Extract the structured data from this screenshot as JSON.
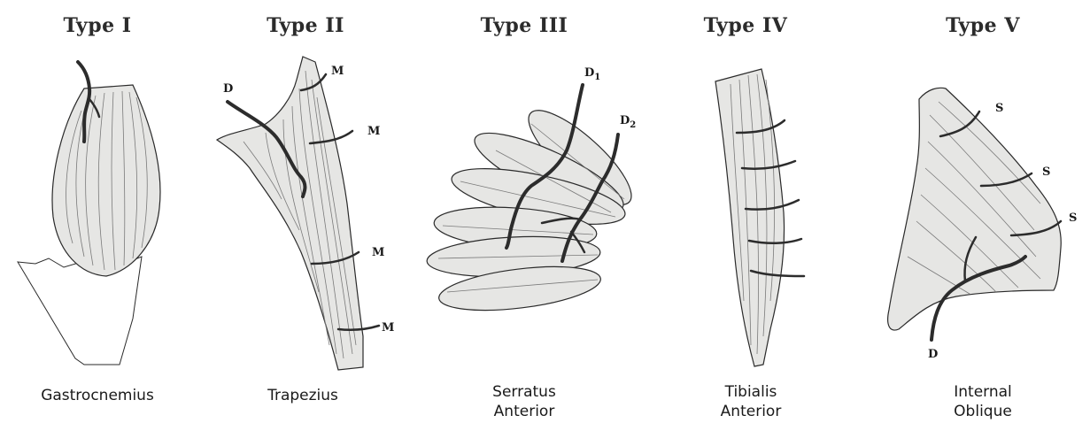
{
  "panels": [
    {
      "title": "Type I",
      "caption": [
        "Gastrocnemius"
      ],
      "labels": []
    },
    {
      "title": "Type II",
      "caption": [
        "Trapezius"
      ],
      "labels": [
        "D",
        "M",
        "M",
        "M",
        "M"
      ]
    },
    {
      "title": "Type III",
      "caption": [
        "Serratus",
        "Anterior"
      ],
      "labels": [
        "D1",
        "D2"
      ]
    },
    {
      "title": "Type IV",
      "caption": [
        "Tibialis",
        "Anterior"
      ],
      "labels": []
    },
    {
      "title": "Type V",
      "caption": [
        "Internal",
        "Oblique"
      ],
      "labels": [
        "S",
        "S",
        "S",
        "D"
      ]
    }
  ]
}
